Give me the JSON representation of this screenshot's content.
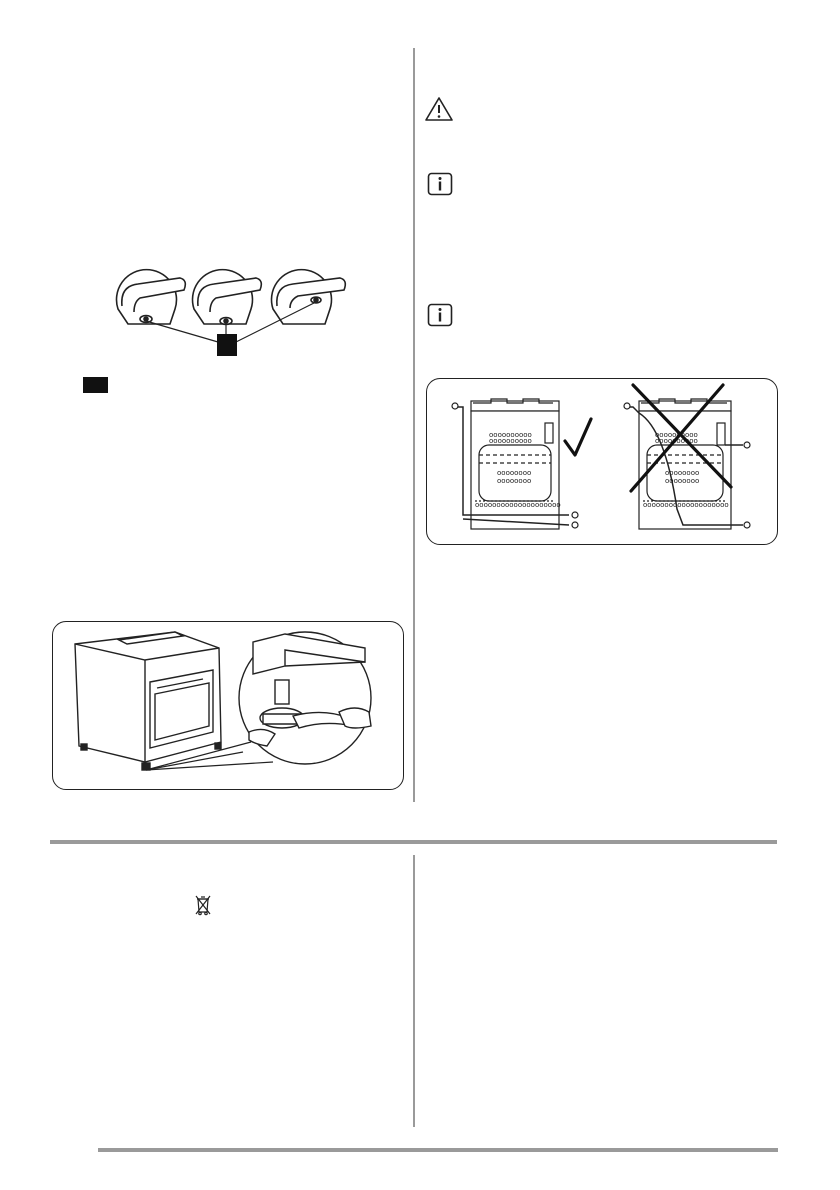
{
  "page": {
    "background": "#ffffff",
    "rule_color": "#9a9a9a",
    "ink_color": "#1a1a1a"
  },
  "icons": {
    "warning": "warning-triangle-icon",
    "info_1": "info-icon",
    "info_2": "info-icon",
    "weee": "crossed-out-wheelie-bin-icon"
  },
  "figures": {
    "burner_knobs": {
      "callouts": 1
    },
    "cable_routing": {
      "correct_mark": "check",
      "incorrect_mark": "cross"
    },
    "levelling_feet": {
      "tool": "wrench"
    }
  }
}
